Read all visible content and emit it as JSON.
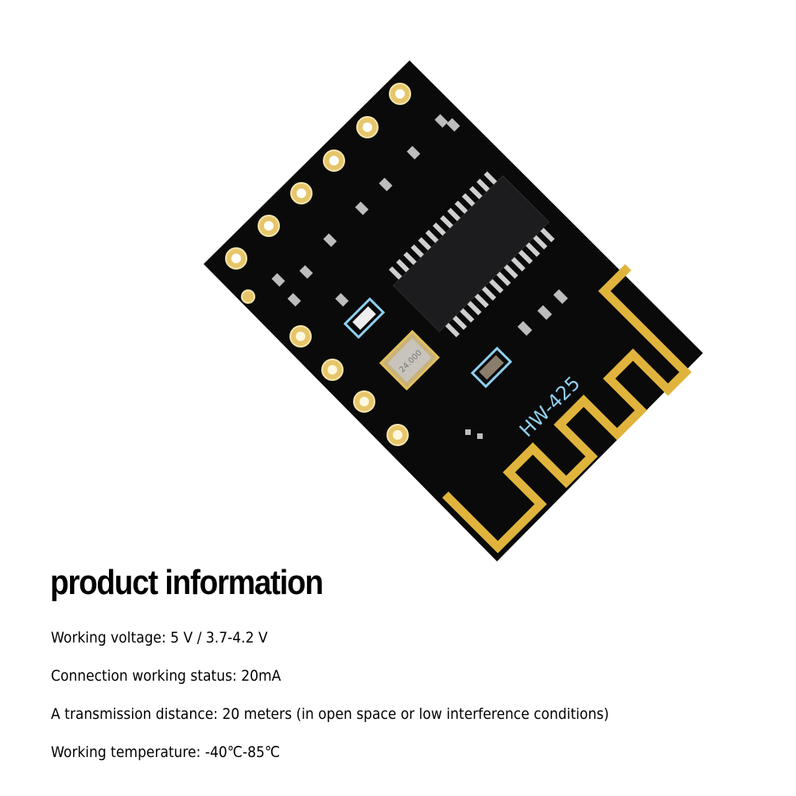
{
  "product_image": {
    "board_label": "HW-425",
    "crystal_label": "24.000",
    "colors": {
      "pcb": "#0a0a0a",
      "gold": "#e0b43c",
      "silkscreen": "#8fd0f0",
      "background": "#ffffff"
    }
  },
  "heading": "product information",
  "specs": [
    "Working voltage: 5 V / 3.7-4.2 V",
    "Connection working status: 20mA",
    "A transmission distance: 20 meters (in open space or low interference conditions)",
    "Working temperature: -40℃-85℃"
  ]
}
